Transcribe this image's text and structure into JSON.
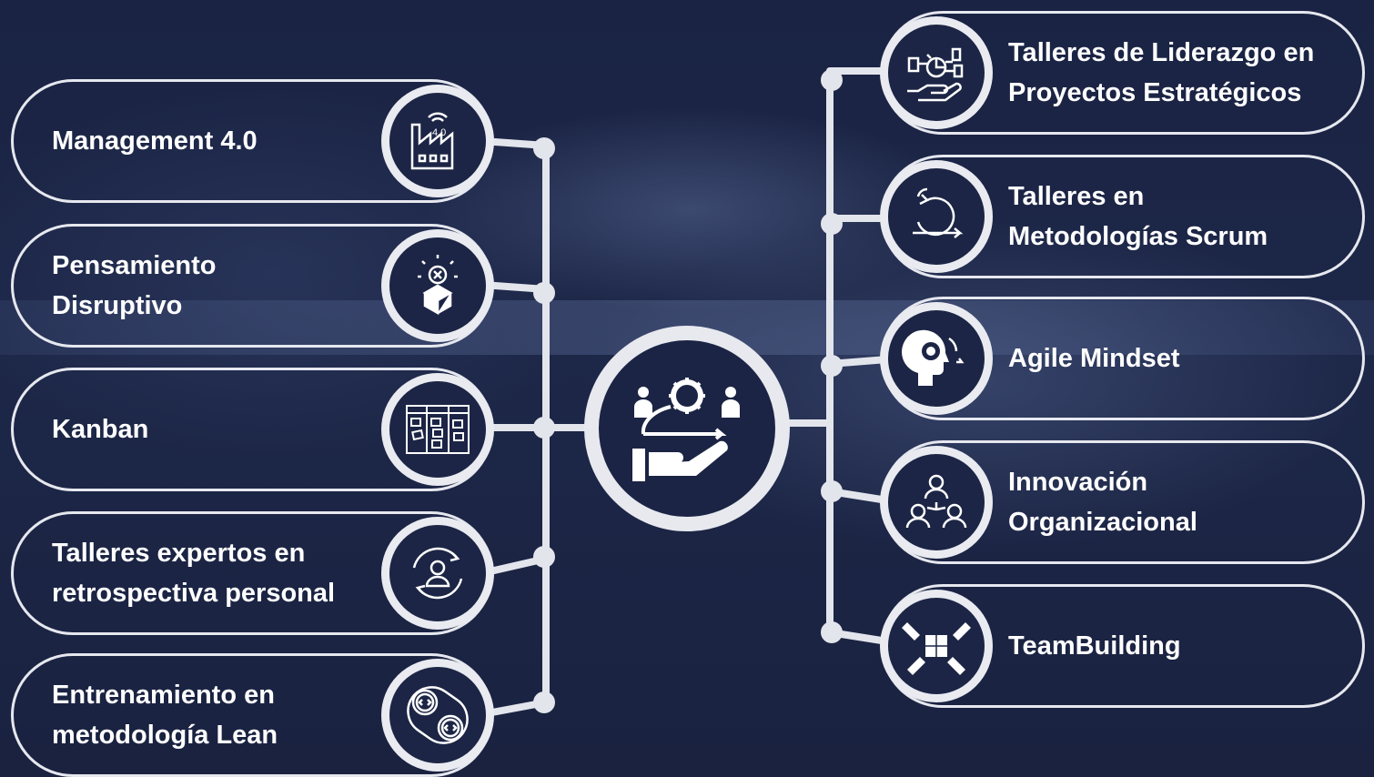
{
  "center": {
    "icon": "team-process-hand-icon"
  },
  "left_items": [
    {
      "label": "Management 4.0",
      "icon": "smart-factory-4-0-icon"
    },
    {
      "label": "Pensamiento\nDisruptivo",
      "icon": "lightbulb-box-icon"
    },
    {
      "label": "Kanban",
      "icon": "kanban-board-icon"
    },
    {
      "label": "Talleres expertos en\nretrospectiva personal",
      "icon": "person-cycle-icon"
    },
    {
      "label": "Entrenamiento en\nmetodología Lean",
      "icon": "code-gears-icon"
    }
  ],
  "right_items": [
    {
      "label": "Talleres de Liderazgo en\nProyectos Estratégicos",
      "icon": "strategy-hand-icon"
    },
    {
      "label": "Talleres en\nMetodologías Scrum",
      "icon": "scrum-cycle-icon"
    },
    {
      "label": "Agile Mindset",
      "icon": "head-gear-icon"
    },
    {
      "label": "Innovación\nOrganizacional",
      "icon": "org-chart-people-icon"
    },
    {
      "label": "TeamBuilding",
      "icon": "puzzle-hands-icon"
    }
  ],
  "colors": {
    "background": "#1c2545",
    "line": "#e6e8ef",
    "text": "#ffffff"
  }
}
